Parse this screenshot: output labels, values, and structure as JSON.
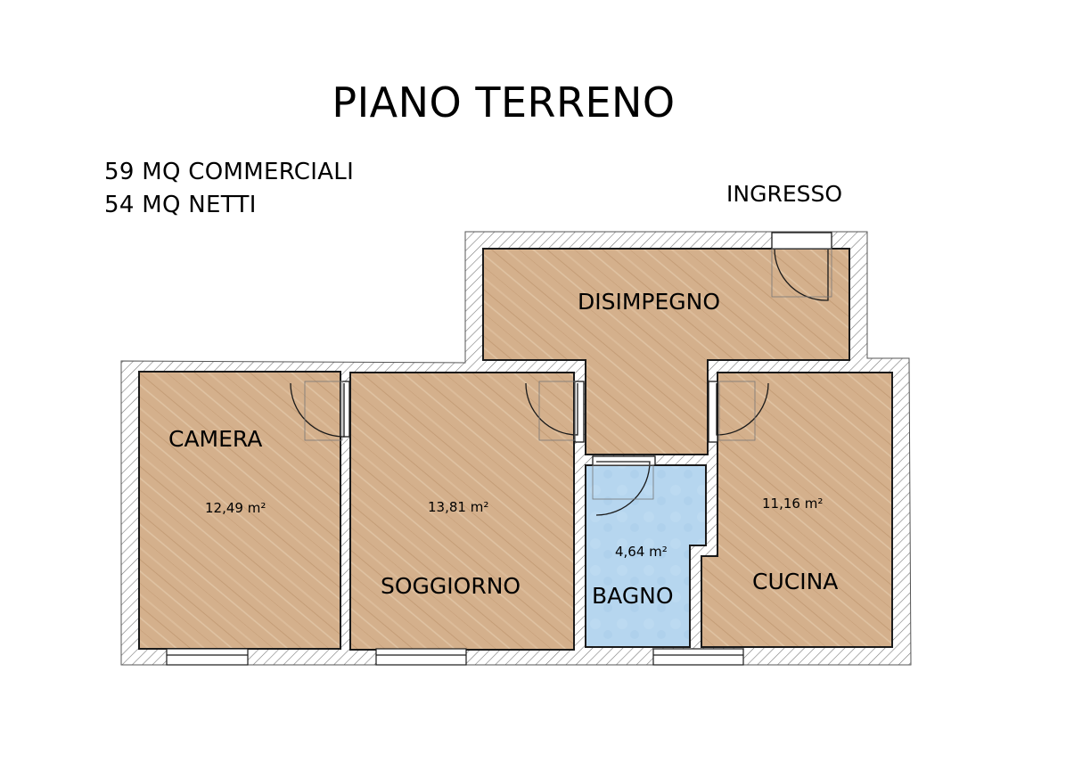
{
  "title": "PIANO TERRENO",
  "summary": {
    "commercial": "59 MQ COMMERCIALI",
    "net": "54 MQ NETTI"
  },
  "entrance_label": "INGRESSO",
  "rooms": [
    {
      "name": "CAMERA",
      "area": "12,49 m²",
      "floor": "wood"
    },
    {
      "name": "SOGGIORNO",
      "area": "13,81 m²",
      "floor": "wood"
    },
    {
      "name": "BAGNO",
      "area": "4,64 m²",
      "floor": "tile"
    },
    {
      "name": "CUCINA",
      "area": "11,16 m²",
      "floor": "wood"
    },
    {
      "name": "DISIMPEGNO",
      "area": "",
      "floor": "wood"
    }
  ],
  "colors": {
    "wood": "#d2ae8a",
    "tile": "#b5d5ee",
    "wall_hatch": "#8a8a8a",
    "outline": "#1a1a1a"
  }
}
